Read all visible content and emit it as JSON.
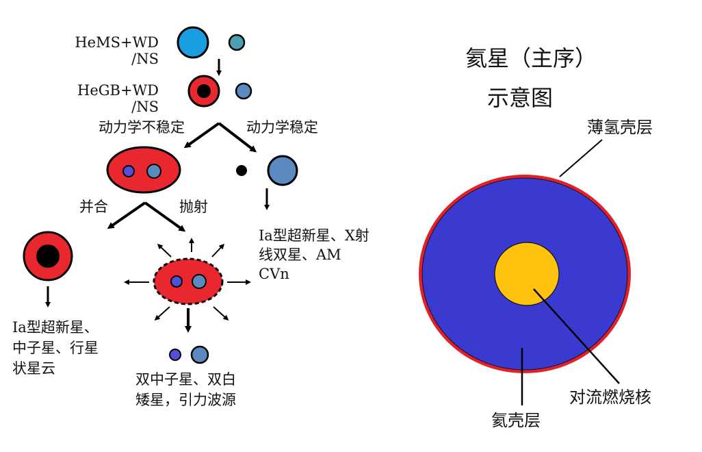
{
  "left": {
    "stage1": {
      "line1": "HeMS+WD",
      "line2": "/NS"
    },
    "stage2": {
      "line1": "HeGB+WD",
      "line2": "/NS"
    },
    "branch_unstable": "动力学不稳定",
    "branch_stable": "动力学稳定",
    "merge": "并合",
    "eject": "抛射",
    "stable_outcome": {
      "line1": "Ia型超新星、X射",
      "line2": "线双星、AM",
      "line3": "CVn"
    },
    "merge_outcome": {
      "line1": "Ia型超新星、",
      "line2": "中子星、行星",
      "line3": "状星云"
    },
    "eject_outcome": {
      "line1": "双中子星、双白",
      "line2": "矮星，引力波源"
    }
  },
  "right": {
    "title_line1": "氦星（主序）",
    "title_line2": "示意图",
    "label_thin_shell": "薄氢壳层",
    "label_core": "对流燃烧核",
    "label_he_shell": "氦壳层"
  },
  "colors": {
    "he_envelope": "#3a3ad0",
    "core": "#ffc20e",
    "hydrogen_shell": "#e0202a",
    "ms_star": "#1a9de0",
    "companion": "#4aa0b0",
    "blue_star": "#5a8ac0",
    "red_envelope": "#e8282e",
    "black_core": "#000000"
  }
}
